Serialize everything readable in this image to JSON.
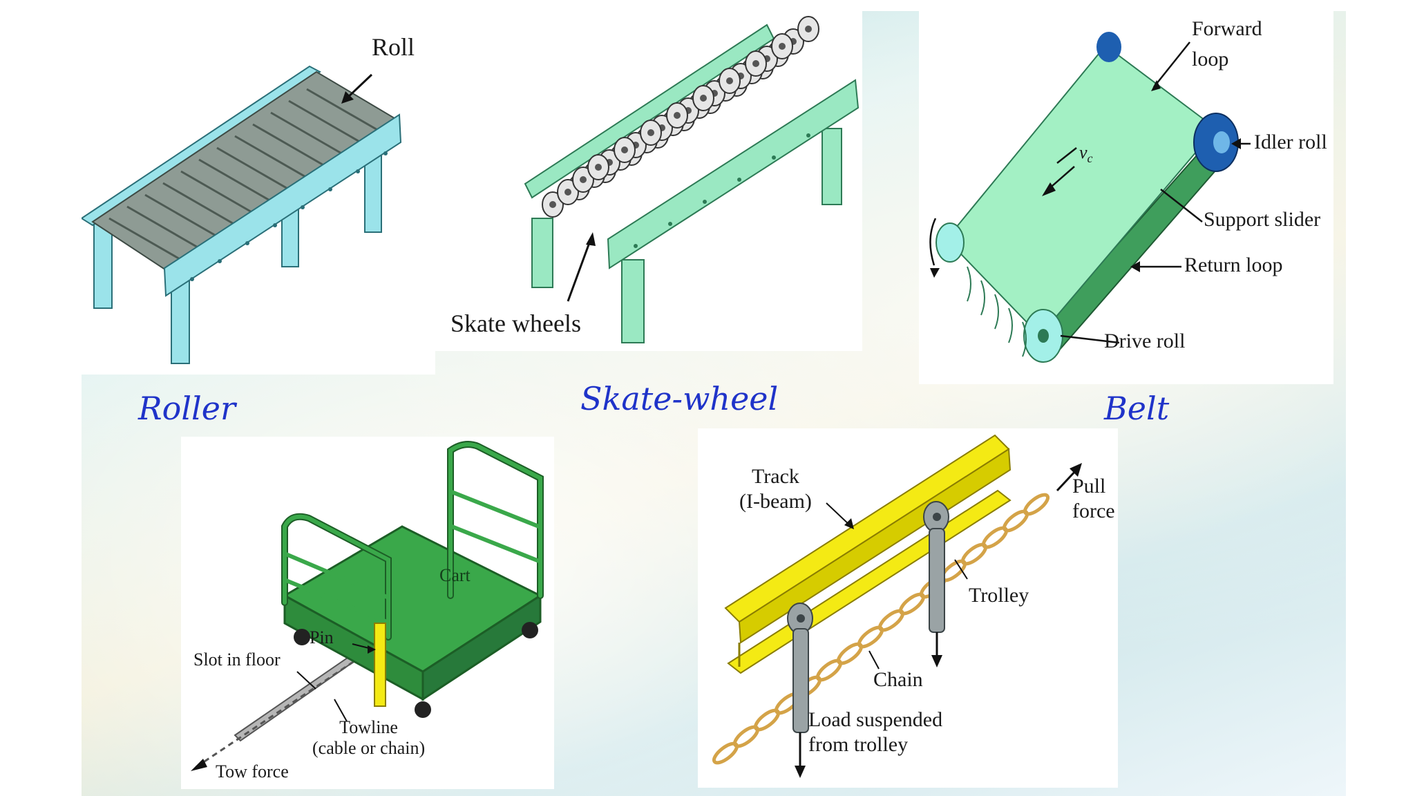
{
  "captions": {
    "roller": "Roller",
    "skate_wheel": "Skate-wheel",
    "belt": "Belt"
  },
  "roller_panel": {
    "roll_label": "Roll"
  },
  "skate_panel": {
    "skate_wheels_label": "Skate wheels"
  },
  "belt_panel": {
    "forward_loop_line1": "Forward",
    "forward_loop_line2": "loop",
    "idler_roll": "Idler roll",
    "velocity": "vc",
    "support_slider": "Support slider",
    "return_loop": "Return loop",
    "drive_roll": "Drive roll"
  },
  "cart_panel": {
    "cart": "Cart",
    "pin": "Pin",
    "slot_in_floor": "Slot in floor",
    "towline_line1": "Towline",
    "towline_line2": "(cable or chain)",
    "tow_force": "Tow force"
  },
  "trolley_panel": {
    "track_line1": "Track",
    "track_line2": "(I-beam)",
    "pull_force_line1": "Pull",
    "pull_force_line2": "force",
    "trolley": "Trolley",
    "chain": "Chain",
    "load_line1": "Load suspended",
    "load_line2": "from trolley"
  },
  "colors": {
    "caption": "#1f33c9",
    "roller_frame": "#9be3ea",
    "skate_frame": "#9ae8c2",
    "belt": "#a3f0c4",
    "belt_dark": "#3f9e5c",
    "idler_roll": "#1e5fb0",
    "cart": "#3aa84a",
    "track": "#f4ea14",
    "chain": "#d4a348"
  }
}
